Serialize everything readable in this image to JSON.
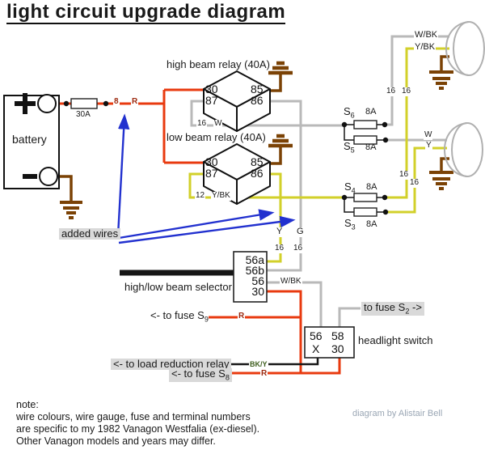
{
  "title": "light circuit upgrade diagram",
  "credit": "diagram by Alistair Bell",
  "battery": {
    "label": "battery",
    "plus": "+",
    "minus": "-",
    "fuse": "30A"
  },
  "relays": {
    "high": {
      "label": "high beam relay (40A)",
      "t30": "30",
      "t87": "87",
      "t85": "85",
      "t86": "86"
    },
    "low": {
      "label": "low beam relay (40A)",
      "t30": "30",
      "t87": "87",
      "t85": "85",
      "t86": "86"
    }
  },
  "fuses": {
    "s6": {
      "name": "S",
      "sub": "6",
      "rating": "8A"
    },
    "s5": {
      "name": "S",
      "sub": "5",
      "rating": "8A"
    },
    "s4": {
      "name": "S",
      "sub": "4",
      "rating": "8A"
    },
    "s3": {
      "name": "S",
      "sub": "3",
      "rating": "8A"
    }
  },
  "selector": {
    "label": "high/low beam selector",
    "t56a": "56a",
    "t56b": "56b",
    "t56": "56",
    "t30": "30"
  },
  "switch": {
    "label": "headlight switch",
    "t56": "56",
    "t58": "58",
    "tX": "X",
    "t30": "30"
  },
  "wire_tags": {
    "g8": "8",
    "g12": "12",
    "g16": "16",
    "r": "R",
    "w": "W",
    "y": "Y",
    "g": "G",
    "wbk": "W/BK",
    "ybk": "Y/BK",
    "bky": "BK/Y"
  },
  "annotations": {
    "added_wires": "added wires",
    "to_fuse_s9": {
      "prefix": "<- to fuse S",
      "sub": "9"
    },
    "to_fuse_s2": {
      "prefix": "to fuse S",
      "sub": "2",
      "suffix": " ->"
    },
    "to_load_reduction_relay": "<- to load reduction relay",
    "to_fuse_s8": {
      "prefix": "<- to fuse S",
      "sub": "8"
    }
  },
  "note": {
    "heading": "note:",
    "line1": "wire colours, wire gauge, fuse and  terminal numbers",
    "line2": "are specific to my 1982 Vanagon Westfalia (ex-diesel).",
    "line3": "Other Vanagon models and years may differ."
  },
  "colors": {
    "wire_red": "#e83a0f",
    "wire_yellow": "#d2d02a",
    "wire_gray": "#b9b9b9",
    "wire_brown": "#7b4205",
    "wire_black": "#161616",
    "arrow_blue": "#2231cf",
    "tag_red": "#9c2a10",
    "tag_green": "#3f5f1f",
    "credit_gray": "#9aa6b4",
    "highlight": "#d9d9d9"
  }
}
